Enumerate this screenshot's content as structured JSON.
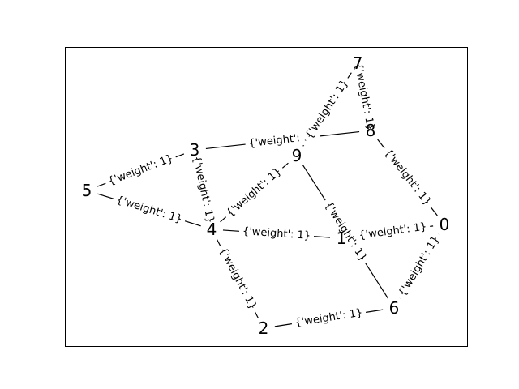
{
  "graph": {
    "nodes": [
      {
        "id": "0",
        "label": "0"
      },
      {
        "id": "1",
        "label": "1"
      },
      {
        "id": "2",
        "label": "2"
      },
      {
        "id": "3",
        "label": "3"
      },
      {
        "id": "4",
        "label": "4"
      },
      {
        "id": "5",
        "label": "5"
      },
      {
        "id": "6",
        "label": "6"
      },
      {
        "id": "7",
        "label": "7"
      },
      {
        "id": "8",
        "label": "8"
      },
      {
        "id": "9",
        "label": "9"
      }
    ],
    "edges": [
      {
        "source": "5",
        "target": "3",
        "label": "{'weight': 1}"
      },
      {
        "source": "5",
        "target": "4",
        "label": "{'weight': 1}"
      },
      {
        "source": "3",
        "target": "8",
        "label": "{'weight': 1}"
      },
      {
        "source": "3",
        "target": "4",
        "label": "{'weight': 1}"
      },
      {
        "source": "4",
        "target": "9",
        "label": "{'weight': 1}"
      },
      {
        "source": "4",
        "target": "1",
        "label": "{'weight': 1}"
      },
      {
        "source": "4",
        "target": "2",
        "label": "{'weight': 1}"
      },
      {
        "source": "9",
        "target": "7",
        "label": "{'weight': 1}"
      },
      {
        "source": "9",
        "target": "6",
        "label": "{'weight': 1}"
      },
      {
        "source": "7",
        "target": "8",
        "label": "{'weight': 1}"
      },
      {
        "source": "8",
        "target": "0",
        "label": "{'weight': 1}"
      },
      {
        "source": "1",
        "target": "0",
        "label": "{'weight': 1}"
      },
      {
        "source": "0",
        "target": "6",
        "label": "{'weight': 1}"
      },
      {
        "source": "2",
        "target": "6",
        "label": "{'weight': 1}"
      }
    ]
  }
}
